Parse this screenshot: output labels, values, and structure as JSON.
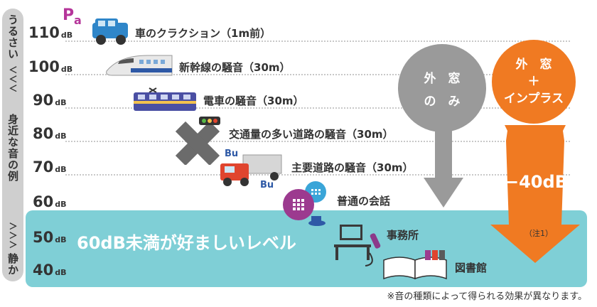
{
  "scale_labels": {
    "top": "うるさい",
    "top_arrows": "＜＜＜",
    "middle": "身近な音の例",
    "bottom_arrows": "＞＞＞",
    "bottom": "静か"
  },
  "levels": [
    {
      "value": "110",
      "unit": "dB"
    },
    {
      "value": "100",
      "unit": "dB"
    },
    {
      "value": "90",
      "unit": "dB"
    },
    {
      "value": "80",
      "unit": "dB"
    },
    {
      "value": "70",
      "unit": "dB"
    },
    {
      "value": "60",
      "unit": "dB"
    },
    {
      "value": "50",
      "unit": "dB"
    },
    {
      "value": "40",
      "unit": "dB"
    }
  ],
  "examples": [
    {
      "label": "車のクラクション（1m前）",
      "icon": "car-horn-icon"
    },
    {
      "label": "新幹線の騒音（30m）",
      "icon": "shinkansen-icon"
    },
    {
      "label": "電車の騒音（30m）",
      "icon": "train-icon"
    },
    {
      "label": "交通量の多い道路の騒音（30m）",
      "icon": "traffic-intersection-icon"
    },
    {
      "label": "主要道路の騒音（30m）",
      "icon": "truck-icon"
    },
    {
      "label": "普通の会話",
      "icon": "speech-bubbles-icon"
    },
    {
      "label": "事務所",
      "icon": "office-desk-icon"
    },
    {
      "label": "図書館",
      "icon": "library-books-icon"
    }
  ],
  "quiet_caption": "60dB未満が好ましいレベル",
  "outer_window_only": {
    "line1": "外　窓",
    "line2": "の　み"
  },
  "outer_plus_inner": {
    "line1": "外　窓",
    "line2": "＋",
    "line3": "インプラス"
  },
  "reduction": "−40dB",
  "note_ref": "（注1）",
  "footnote": "※音の種類によって得られる効果が異なります。",
  "colors": {
    "quiet_zone": "#7fcfd6",
    "outer_circle": "#9a9a9a",
    "inplus": "#f07a22",
    "scale_bar": "#cfcfcf"
  }
}
